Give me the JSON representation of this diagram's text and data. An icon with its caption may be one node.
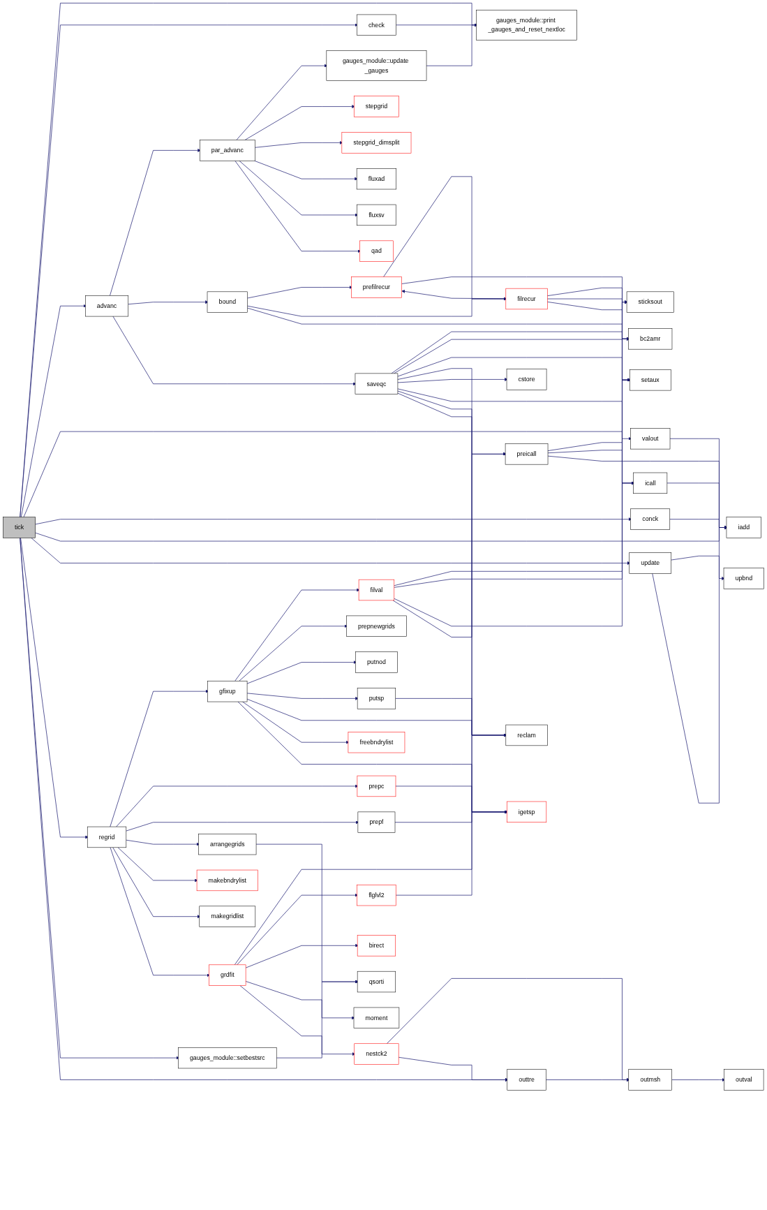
{
  "diagram": {
    "nodes": [
      {
        "text": [
          "tick"
        ]
      },
      {
        "text": [
          "check"
        ]
      },
      {
        "text": [
          "advanc"
        ]
      },
      {
        "text": [
          "update"
        ]
      },
      {
        "text": [
          "regrid"
        ]
      },
      {
        "text": [
          "gauges_module::setbestsrc"
        ]
      },
      {
        "text": [
          "par_advanc"
        ]
      },
      {
        "text": [
          "bound"
        ]
      },
      {
        "text": [
          "gfixup"
        ]
      },
      {
        "text": [
          "prepc"
        ]
      },
      {
        "text": [
          "prepf"
        ]
      },
      {
        "text": [
          "arrangegrids"
        ]
      },
      {
        "text": [
          "makebndrylist"
        ]
      },
      {
        "text": [
          "makegridlist"
        ]
      },
      {
        "text": [
          "grdfit"
        ]
      },
      {
        "text": [
          "gauges_module::update _gauges"
        ]
      },
      {
        "text": [
          "stepgrid"
        ]
      },
      {
        "text": [
          "stepgrid_dimsplit"
        ]
      },
      {
        "text": [
          "fluxad"
        ]
      },
      {
        "text": [
          "fluxsv"
        ]
      },
      {
        "text": [
          "qad"
        ]
      },
      {
        "text": [
          "filrecur"
        ]
      },
      {
        "text": [
          "filval"
        ]
      },
      {
        "text": [
          "saveqc"
        ]
      },
      {
        "text": [
          "upbnd"
        ]
      },
      {
        "text": [
          "prepnewgrids"
        ]
      },
      {
        "text": [
          "putnod"
        ]
      },
      {
        "text": [
          "putsp"
        ]
      },
      {
        "text": [
          "freebndrylist"
        ]
      },
      {
        "text": [
          "qsorti"
        ]
      },
      {
        "text": [
          "flglvl2"
        ]
      },
      {
        "text": [
          "birect"
        ]
      },
      {
        "text": [
          "moment"
        ]
      },
      {
        "text": [
          "nestck2"
        ]
      },
      {
        "text": [
          "gauges_module::print _gauges_and_reset_nextloc"
        ]
      },
      {
        "text": [
          "prefilrecur"
        ]
      },
      {
        "text": [
          "bc2amr"
        ]
      },
      {
        "text": [
          "sticksout"
        ]
      },
      {
        "text": [
          "preicall"
        ]
      },
      {
        "text": [
          "cstore"
        ]
      },
      {
        "text": [
          "valout"
        ]
      },
      {
        "text": [
          "conck"
        ]
      },
      {
        "text": [
          "reclam"
        ]
      },
      {
        "text": [
          "igetsp"
        ]
      },
      {
        "text": [
          "outtre"
        ]
      },
      {
        "text": [
          "setaux"
        ]
      },
      {
        "text": [
          "icall"
        ]
      },
      {
        "text": [
          "outmsh"
        ]
      },
      {
        "text": [
          "iadd"
        ]
      },
      {
        "text": [
          "outval"
        ]
      }
    ],
    "edges": [
      {
        "from": 0,
        "to": 34,
        "arrow": "to"
      },
      {
        "from": 0,
        "to": 1,
        "arrow": "to"
      },
      {
        "from": 0,
        "to": 2,
        "arrow": "to"
      },
      {
        "from": 0,
        "to": 40,
        "arrow": "to"
      },
      {
        "from": 0,
        "to": 41,
        "arrow": "to"
      },
      {
        "from": 0,
        "to": 48,
        "arrow": "to"
      },
      {
        "from": 0,
        "to": 3,
        "arrow": "to"
      },
      {
        "from": 0,
        "to": 4,
        "arrow": "to"
      },
      {
        "from": 0,
        "to": 5,
        "arrow": "to"
      },
      {
        "from": 0,
        "to": 44,
        "arrow": "to"
      },
      {
        "from": 1,
        "to": 34,
        "arrow": "to"
      },
      {
        "from": 2,
        "to": 6,
        "arrow": "to"
      },
      {
        "from": 2,
        "to": 7,
        "arrow": "to"
      },
      {
        "from": 2,
        "to": 23,
        "arrow": "to"
      },
      {
        "from": 3,
        "to": 24,
        "arrow": "to"
      },
      {
        "from": 3,
        "to": 48,
        "arrow": "to"
      },
      {
        "from": 4,
        "to": 8,
        "arrow": "to"
      },
      {
        "from": 4,
        "to": 9,
        "arrow": "to"
      },
      {
        "from": 4,
        "to": 10,
        "arrow": "to"
      },
      {
        "from": 4,
        "to": 11,
        "arrow": "to"
      },
      {
        "from": 4,
        "to": 12,
        "arrow": "to"
      },
      {
        "from": 4,
        "to": 13,
        "arrow": "to"
      },
      {
        "from": 4,
        "to": 14,
        "arrow": "to"
      },
      {
        "from": 5,
        "to": 29,
        "arrow": "to"
      },
      {
        "from": 6,
        "to": 15,
        "arrow": "to"
      },
      {
        "from": 6,
        "to": 16,
        "arrow": "to"
      },
      {
        "from": 6,
        "to": 17,
        "arrow": "to"
      },
      {
        "from": 6,
        "to": 18,
        "arrow": "to"
      },
      {
        "from": 6,
        "to": 19,
        "arrow": "to"
      },
      {
        "from": 6,
        "to": 20,
        "arrow": "to"
      },
      {
        "from": 7,
        "to": 35,
        "arrow": "to"
      },
      {
        "from": 7,
        "to": 21,
        "arrow": "to"
      },
      {
        "from": 7,
        "to": 36,
        "arrow": "to"
      },
      {
        "from": 8,
        "to": 22,
        "arrow": "to"
      },
      {
        "from": 8,
        "to": 25,
        "arrow": "to"
      },
      {
        "from": 8,
        "to": 26,
        "arrow": "to"
      },
      {
        "from": 8,
        "to": 27,
        "arrow": "to"
      },
      {
        "from": 8,
        "to": 42,
        "arrow": "to"
      },
      {
        "from": 8,
        "to": 28,
        "arrow": "to"
      },
      {
        "from": 8,
        "to": 43,
        "arrow": "to"
      },
      {
        "from": 9,
        "to": 43,
        "arrow": "to"
      },
      {
        "from": 10,
        "to": 43,
        "arrow": "to"
      },
      {
        "from": 11,
        "to": 29,
        "arrow": "to"
      },
      {
        "from": 14,
        "to": 42,
        "arrow": "to"
      },
      {
        "from": 14,
        "to": 30,
        "arrow": "to"
      },
      {
        "from": 14,
        "to": 31,
        "arrow": "to"
      },
      {
        "from": 14,
        "to": 32,
        "arrow": "to"
      },
      {
        "from": 14,
        "to": 33,
        "arrow": "to"
      },
      {
        "from": 15,
        "to": 34,
        "arrow": "to"
      },
      {
        "from": 21,
        "to": 35,
        "arrow": "to"
      },
      {
        "from": 35,
        "to": 21,
        "arrow": "to"
      },
      {
        "from": 21,
        "to": 45,
        "arrow": "to"
      },
      {
        "from": 21,
        "to": 36,
        "arrow": "to"
      },
      {
        "from": 21,
        "to": 37,
        "arrow": "to"
      },
      {
        "from": 22,
        "to": 36,
        "arrow": "to"
      },
      {
        "from": 22,
        "to": 45,
        "arrow": "to"
      },
      {
        "from": 22,
        "to": 46,
        "arrow": "to"
      },
      {
        "from": 22,
        "to": 38,
        "arrow": "to"
      },
      {
        "from": 23,
        "to": 36,
        "arrow": "to"
      },
      {
        "from": 23,
        "to": 37,
        "arrow": "to"
      },
      {
        "from": 23,
        "to": 45,
        "arrow": "to"
      },
      {
        "from": 23,
        "to": 38,
        "arrow": "to"
      },
      {
        "from": 23,
        "to": 39,
        "arrow": "to"
      },
      {
        "from": 23,
        "to": 46,
        "arrow": "to"
      },
      {
        "from": 23,
        "to": 42,
        "arrow": "to"
      },
      {
        "from": 23,
        "to": 43,
        "arrow": "to"
      },
      {
        "from": 27,
        "to": 42,
        "arrow": "to"
      },
      {
        "from": 30,
        "to": 43,
        "arrow": "to"
      },
      {
        "from": 33,
        "to": 47,
        "arrow": "to"
      },
      {
        "from": 33,
        "to": 44,
        "arrow": "to"
      },
      {
        "from": 35,
        "to": 45,
        "arrow": "to"
      },
      {
        "from": 38,
        "to": 45,
        "arrow": "to"
      },
      {
        "from": 38,
        "to": 46,
        "arrow": "to"
      },
      {
        "from": 38,
        "to": 48,
        "arrow": "to"
      },
      {
        "from": 40,
        "to": 48,
        "arrow": "to"
      },
      {
        "from": 41,
        "to": 48,
        "arrow": "to"
      },
      {
        "from": 44,
        "to": 47,
        "arrow": "to"
      },
      {
        "from": 46,
        "to": 48,
        "arrow": "to"
      },
      {
        "from": 47,
        "to": 49,
        "arrow": "to"
      }
    ]
  }
}
